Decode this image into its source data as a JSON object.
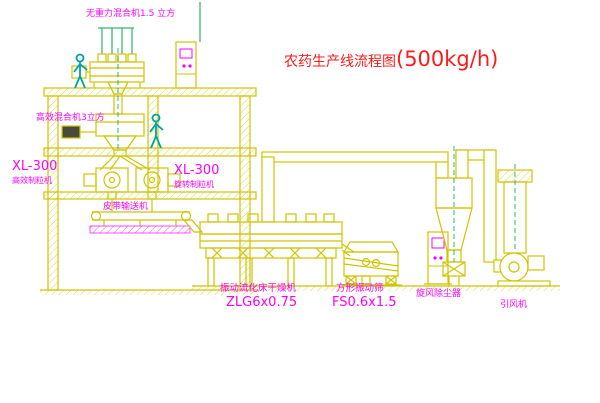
{
  "title": {
    "main": "农药生产线流程图",
    "capacity": "(500kg/h)"
  },
  "labels": {
    "gravity_mixer": "无重力混合机1.5 立方",
    "high_eff_mixer": "高效混合机3立方",
    "granulator_left_model": "XL-300",
    "granulator_left_name": "高效制粒机",
    "granulator_right_model": "XL-300",
    "granulator_right_name": "旋转制粒机",
    "belt_conveyor": "皮带输送机",
    "fluid_bed_dryer": "振动流化床干燥机",
    "fluid_bed_dryer_model": "ZLG6x0.75",
    "vibrating_screen": "方形振动筛",
    "vibrating_screen_model": "FS0.6x1.5",
    "cyclone": "旋风除尘器",
    "induced_draft_fan": "引风机"
  },
  "colors": {
    "equipment_yellow": "#cfc400",
    "label_magenta": "#ff00ff",
    "title_red": "#ff1a1a",
    "figure_cyan": "#00a3a3",
    "pipe_green": "#00a550",
    "background": "#ffffff"
  }
}
